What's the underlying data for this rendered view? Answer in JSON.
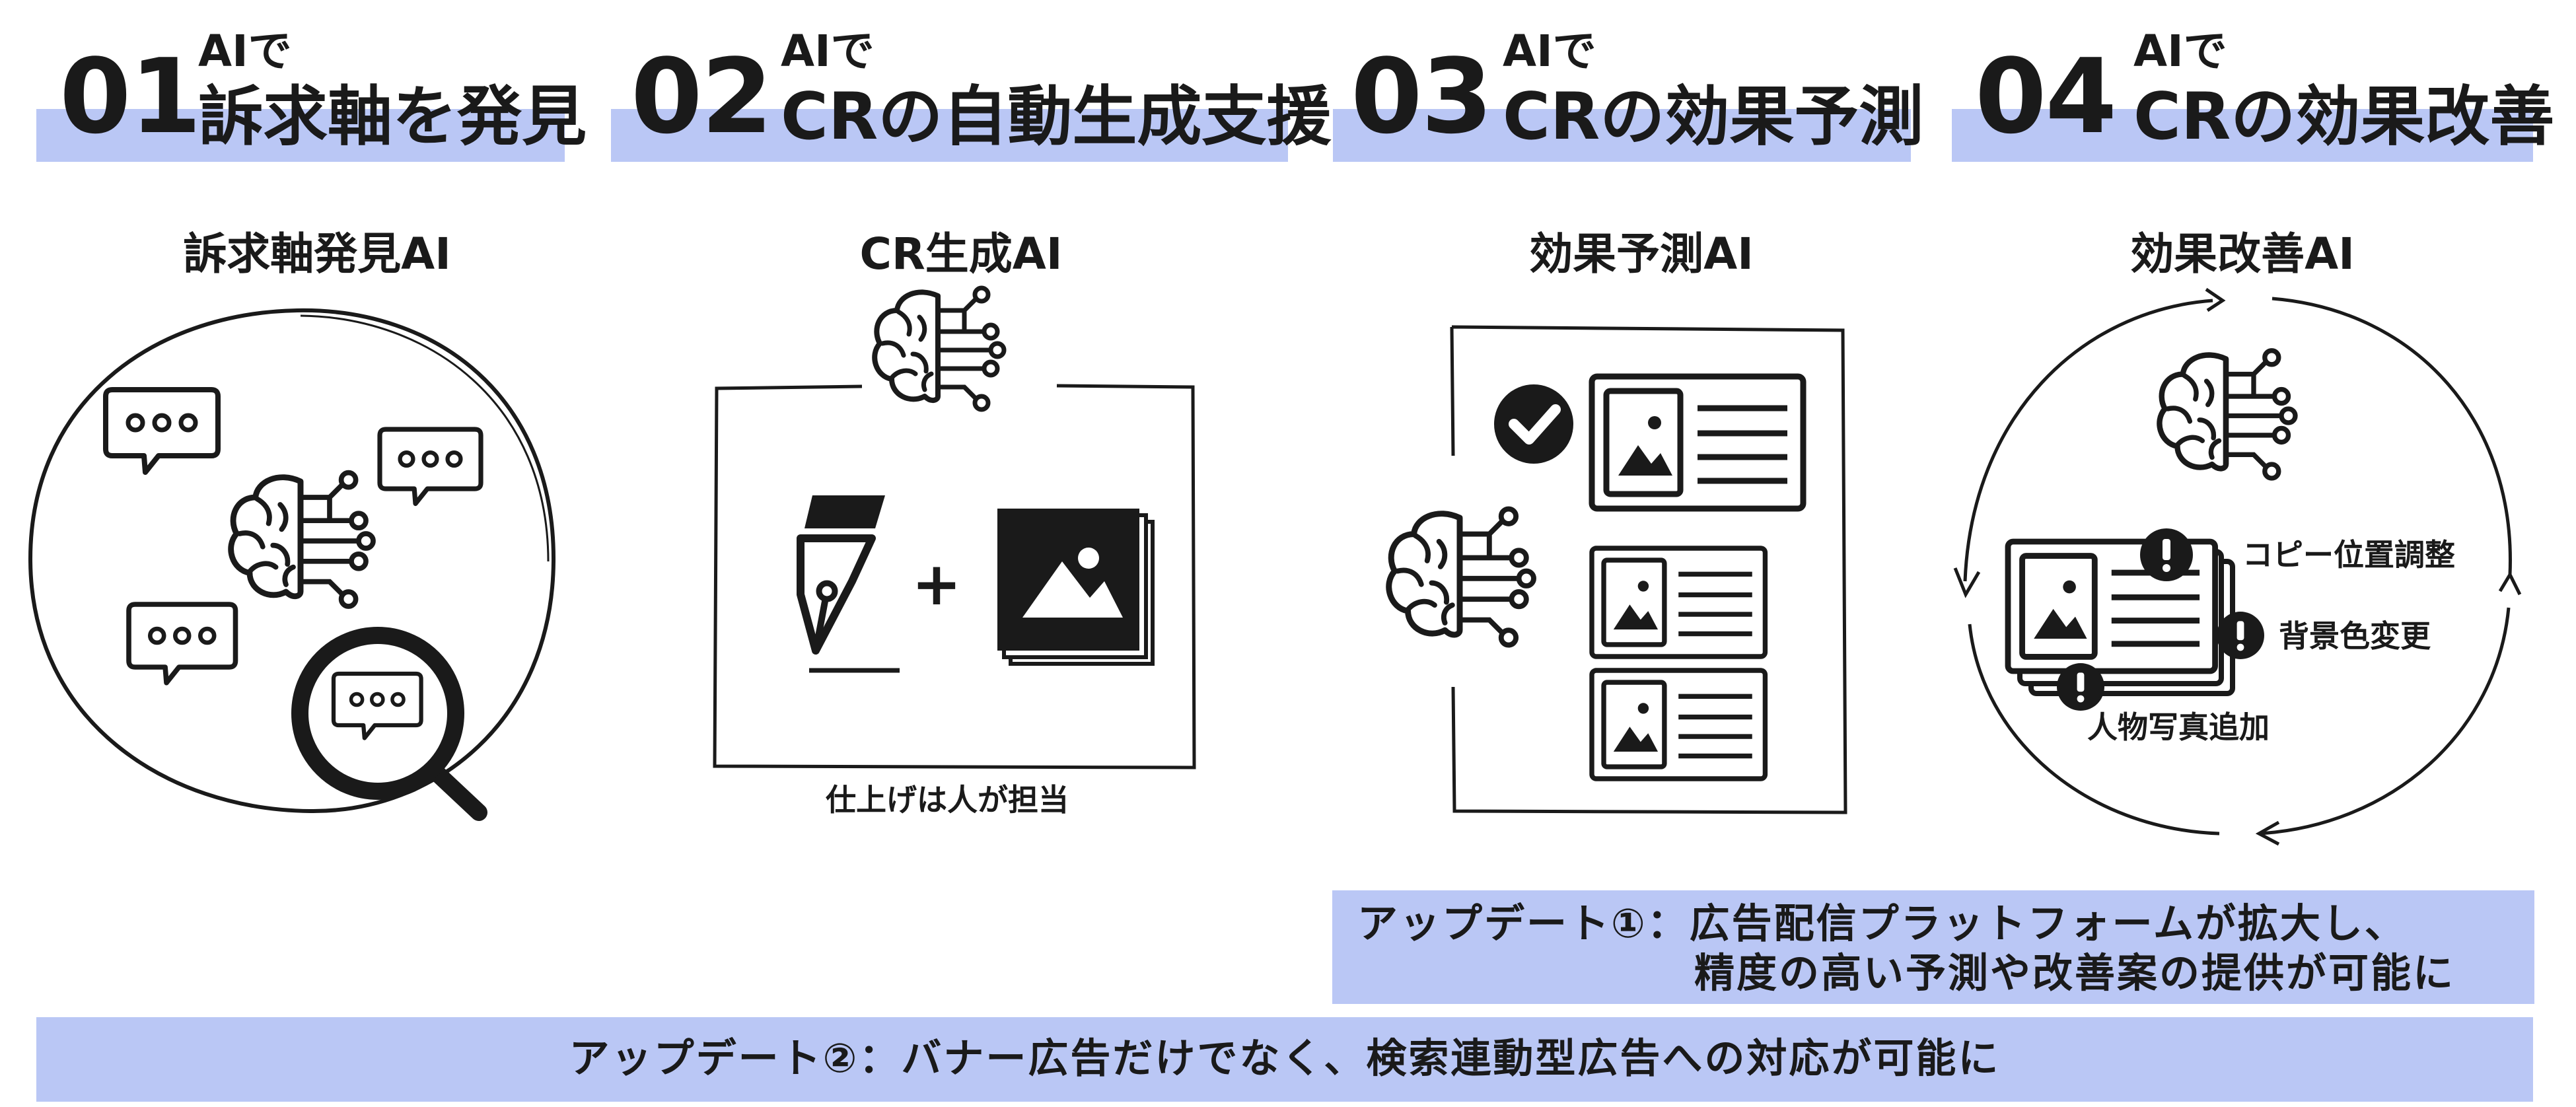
{
  "steps": [
    {
      "num": "01",
      "sub": "AIで",
      "head": "訴求軸を発見",
      "ai": "訴求軸発見AI"
    },
    {
      "num": "02",
      "sub": "AIで",
      "head": "CRの自動生成支援",
      "ai": "CR生成AI"
    },
    {
      "num": "03",
      "sub": "AIで",
      "head": "CRの効果予測",
      "ai": "効果予測AI"
    },
    {
      "num": "04",
      "sub": "AIで",
      "head": "CRの効果改善",
      "ai": "効果改善AI"
    }
  ],
  "cr_note": "仕上げは人が担当",
  "improve_labels": {
    "copy": "コピー位置調整",
    "bg": "背景色変更",
    "person": "人物写真追加"
  },
  "plus": "+",
  "update1": {
    "line1": "アップデート①：広告配信プラットフォームが拡大し、",
    "line2": "精度の高い予測や改善案の提供が可能に"
  },
  "update2": "アップデート②：バナー広告だけでなく、検索連動型広告への対応が可能に",
  "colors": {
    "band": "#bac7f5",
    "ink": "#1a1a1a"
  },
  "icons": [
    "brain-circuit-icon",
    "speech-bubble-icon",
    "magnifier-icon",
    "pen-nib-icon",
    "image-icon",
    "check-icon",
    "alert-icon"
  ]
}
